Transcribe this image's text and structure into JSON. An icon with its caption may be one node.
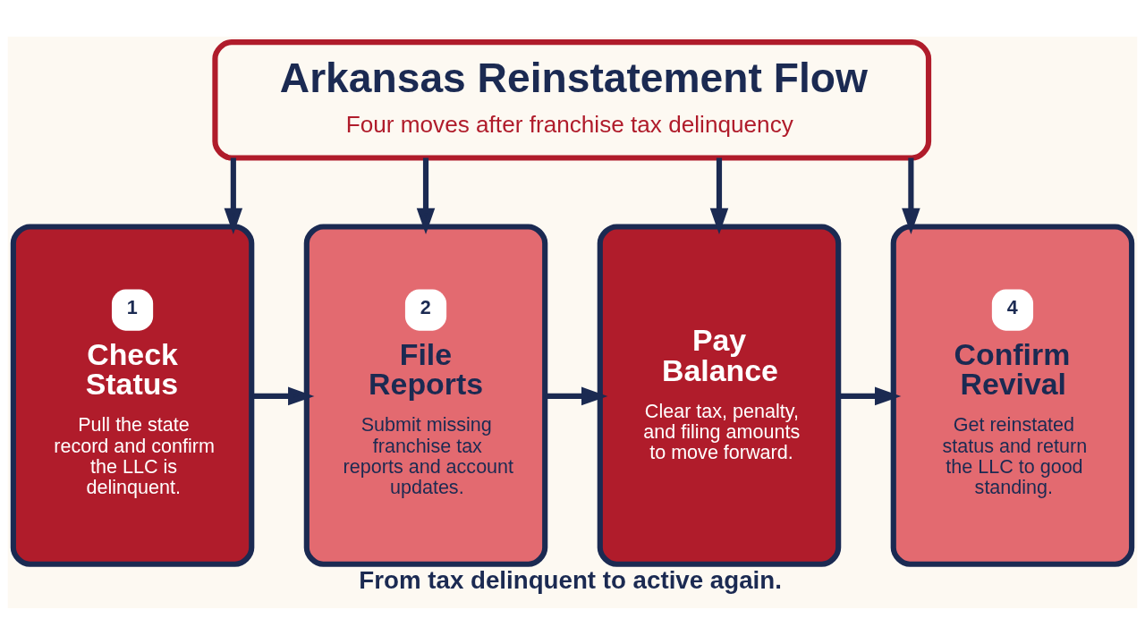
{
  "diagram": {
    "nodes": [
      {
        "text": [
          "Arkansas Reinstatement Flow",
          "Four moves after franchise tax delinquency"
        ]
      },
      {
        "text": [
          "1",
          "Check Status",
          "Pull the state record and confirm the LLC is delinquent."
        ]
      },
      {
        "text": [
          "2",
          "File Reports",
          "Submit missing franchise tax reports and account updates."
        ]
      },
      {
        "text": [
          "Pay Balance",
          "Clear tax, penalty, and filing amounts to move forward."
        ]
      },
      {
        "text": [
          "4",
          "Confirm Revival",
          "Get reinstated status and return the LLC to good standing."
        ]
      }
    ],
    "edges": [
      {
        "from": 0,
        "to": 1,
        "arrow": "to"
      },
      {
        "from": 0,
        "to": 2,
        "arrow": "to"
      },
      {
        "from": 0,
        "to": 3,
        "arrow": "to"
      },
      {
        "from": 0,
        "to": 4,
        "arrow": "to"
      },
      {
        "from": 1,
        "to": 2,
        "arrow": "to"
      },
      {
        "from": 2,
        "to": 3,
        "arrow": "to"
      },
      {
        "from": 3,
        "to": 4,
        "arrow": "to"
      }
    ],
    "caption": "From tax delinquent to active again."
  }
}
